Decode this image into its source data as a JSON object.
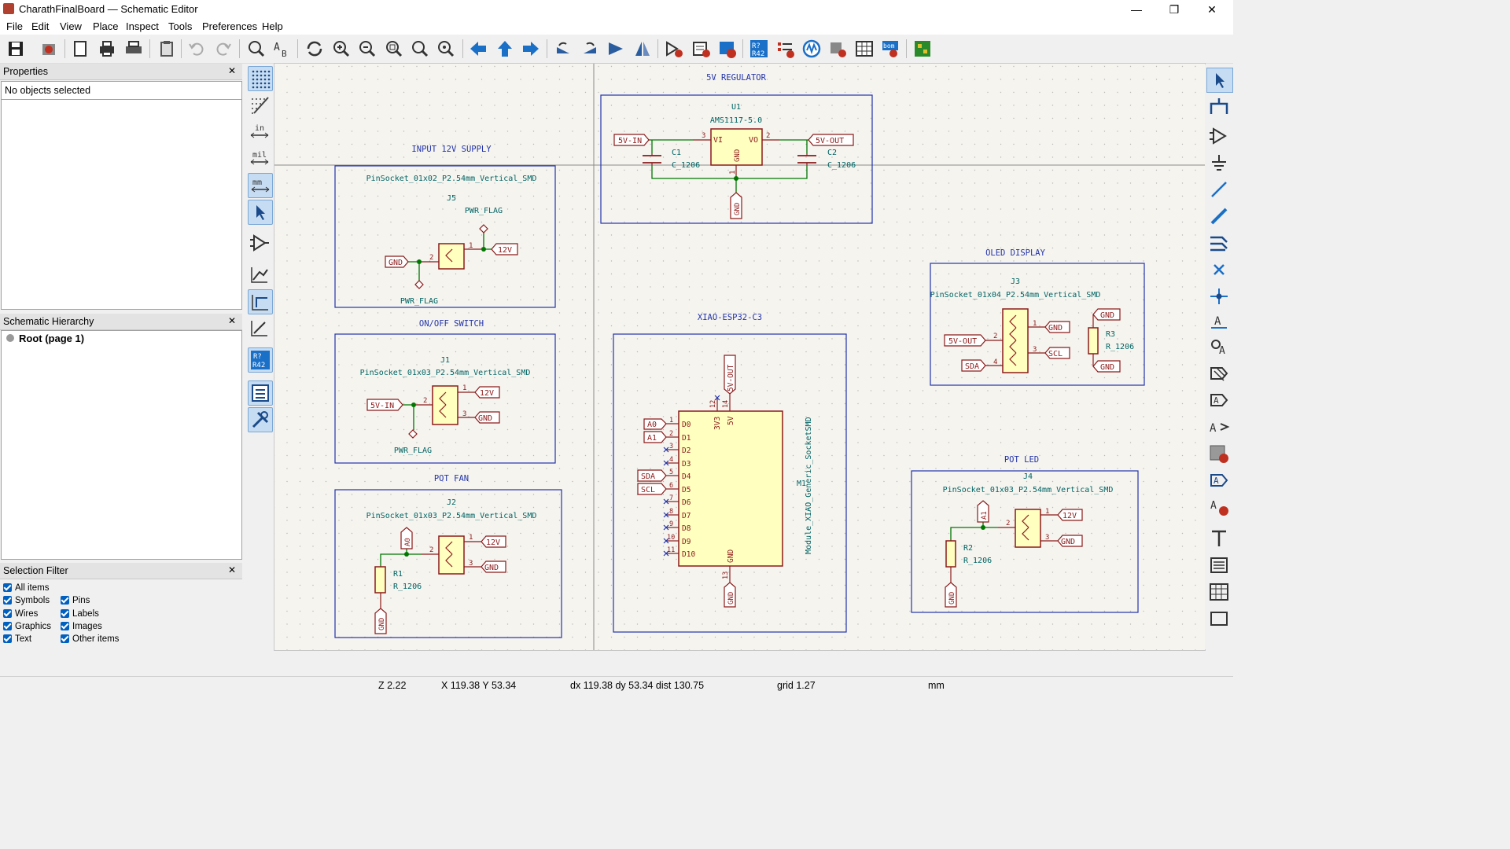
{
  "window": {
    "title": "CharathFinalBoard — Schematic Editor",
    "minimize": "—",
    "maximize": "❐",
    "close": "✕"
  },
  "menu": [
    "File",
    "Edit",
    "View",
    "Place",
    "Inspect",
    "Tools",
    "Preferences",
    "Help"
  ],
  "properties": {
    "title": "Properties",
    "status": "No objects selected"
  },
  "hierarchy": {
    "title": "Schematic Hierarchy",
    "root": "Root (page 1)"
  },
  "selection_filter": {
    "title": "Selection Filter",
    "items": [
      "All items",
      "Symbols",
      "Pins",
      "Wires",
      "Labels",
      "Graphics",
      "Images",
      "Text",
      "Other items"
    ]
  },
  "status": {
    "zoom": "Z 2.22",
    "xy": "X 119.38  Y 53.34",
    "delta": "dx 119.38  dy 53.34  dist 130.75",
    "grid": "grid 1.27",
    "units": "mm"
  },
  "schematic": {
    "sections": {
      "reg": "5V REGULATOR",
      "input": "INPUT 12V SUPPLY",
      "onoff": "ON/OFF SWITCH",
      "potfan": "POT FAN",
      "xiao": "XIAO-ESP32-C3",
      "oled": "OLED DISPLAY",
      "potled": "POT LED"
    },
    "u1": {
      "ref": "U1",
      "value": "AMS1117-5.0",
      "vi": "VI",
      "vo": "VO",
      "gnd": "GND",
      "p3": "3",
      "p2": "2",
      "p1": "1"
    },
    "c1": {
      "ref": "C1",
      "value": "C_1206"
    },
    "c2": {
      "ref": "C2",
      "value": "C_1206"
    },
    "j5": {
      "fp": "PinSocket_01x02_P2.54mm_Vertical_SMD",
      "ref": "J5",
      "p1": "1",
      "p2": "2"
    },
    "j1": {
      "fp": "PinSocket_01x03_P2.54mm_Vertical_SMD",
      "ref": "J1"
    },
    "j2": {
      "fp": "PinSocket_01x03_P2.54mm_Vertical_SMD",
      "ref": "J2"
    },
    "j3": {
      "fp": "PinSocket_01x04_P2.54mm_Vertical_SMD",
      "ref": "J3"
    },
    "j4": {
      "fp": "PinSocket_01x03_P2.54mm_Vertical_SMD",
      "ref": "J4"
    },
    "r1": {
      "ref": "R1",
      "value": "R_1206"
    },
    "r2": {
      "ref": "R2",
      "value": "R_1206"
    },
    "r3": {
      "ref": "R3",
      "value": "R_1206"
    },
    "m1": {
      "ref": "M1",
      "value": "Module_XIAO_Generic_SocketSMD",
      "pins": [
        "D0",
        "D1",
        "D2",
        "D3",
        "D4",
        "D5",
        "D6",
        "D7",
        "D8",
        "D9",
        "D10"
      ],
      "nums": [
        "1",
        "2",
        "3",
        "4",
        "5",
        "6",
        "7",
        "8",
        "9",
        "10",
        "11"
      ],
      "v3": "3V3",
      "v5": "5V",
      "gnd": "GND",
      "n12": "12",
      "n14": "14",
      "n13": "13"
    },
    "labels": {
      "5v_in": "5V-IN",
      "5v_out": "5V-OUT",
      "gnd": "GND",
      "12v": "12V",
      "pwr_flag": "PWR_FLAG",
      "a0": "A0",
      "a1": "A1",
      "sda": "SDA",
      "scl": "SCL"
    }
  }
}
